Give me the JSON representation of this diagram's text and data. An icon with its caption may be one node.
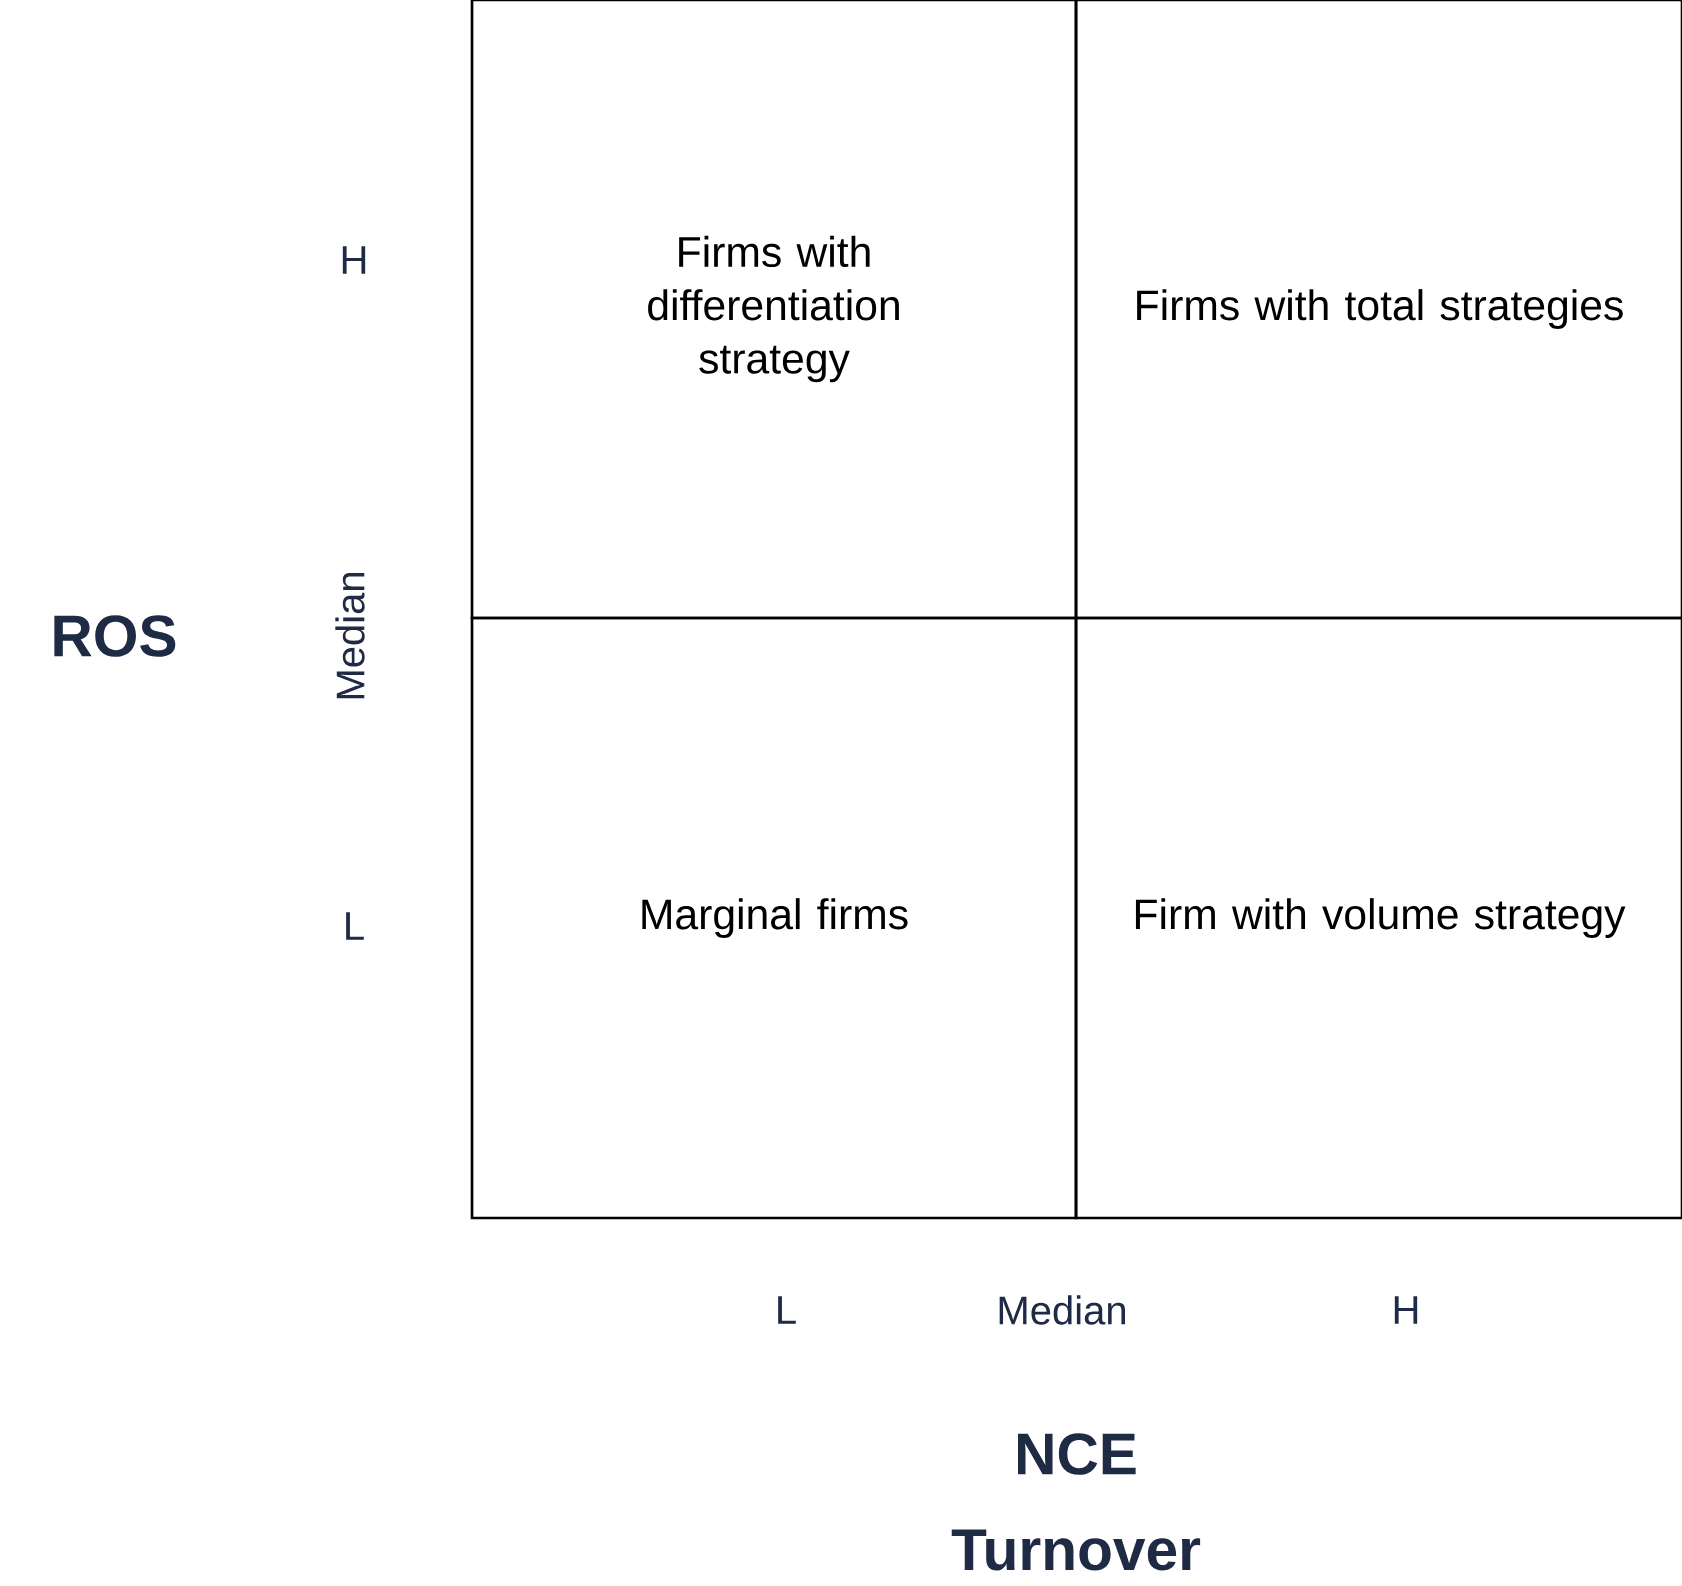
{
  "diagram": {
    "nodes": [
      {
        "text": [
          "Firms with differentiation strategy"
        ]
      },
      {
        "text": [
          "Firms with total strategies"
        ]
      },
      {
        "text": [
          "Marginal firms"
        ]
      },
      {
        "text": [
          "Firm with volume strategy"
        ]
      }
    ],
    "labels": [
      "H",
      "ROS",
      "Median",
      "L",
      "L",
      "Median",
      "H",
      "NCE",
      "Turnover"
    ]
  }
}
